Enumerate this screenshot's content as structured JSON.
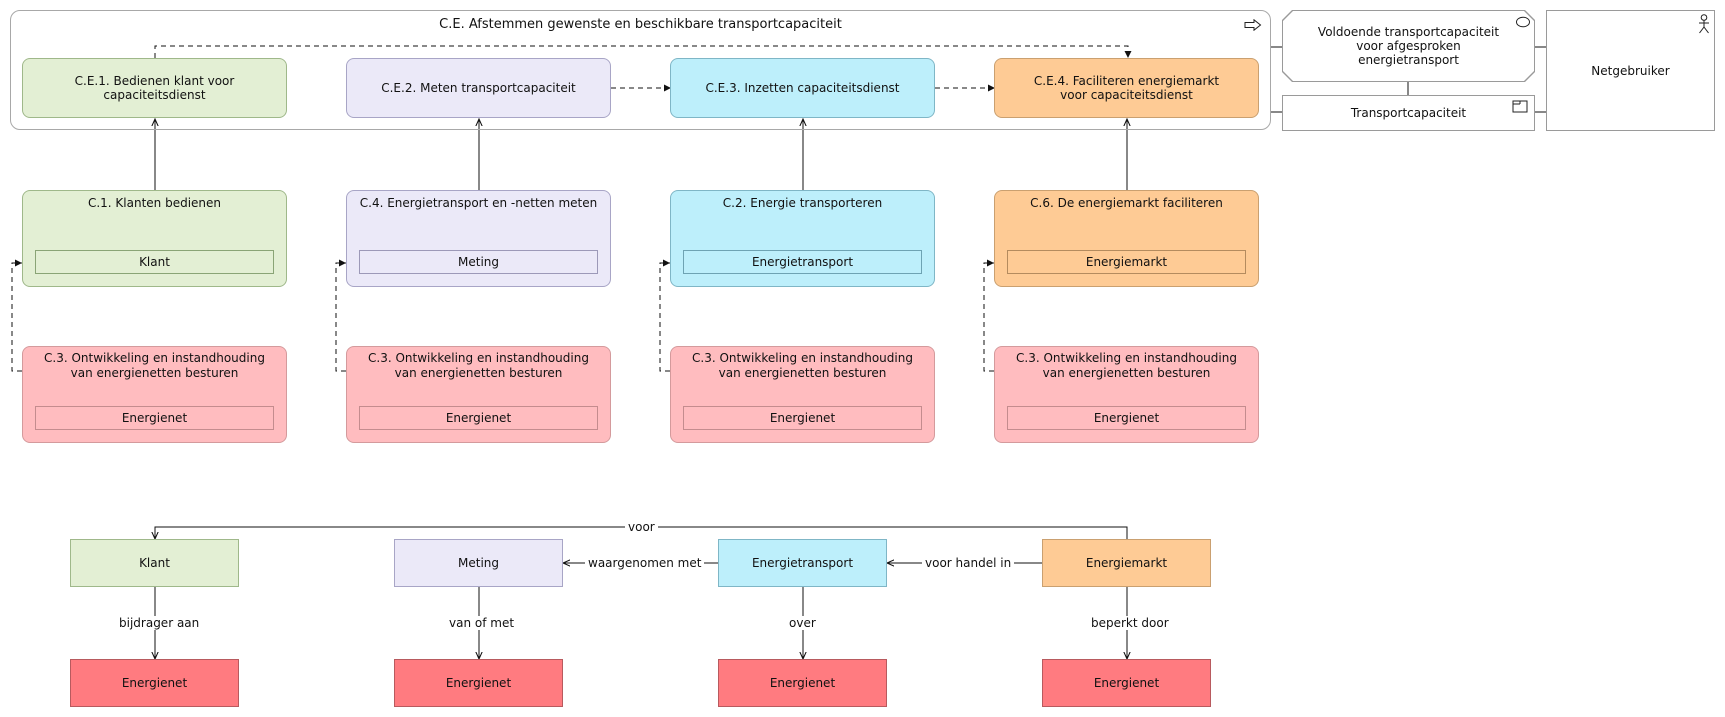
{
  "group": {
    "title": "C.E. Afstemmen gewenste en beschikbare transportcapaciteit"
  },
  "processes": {
    "ce1": "C.E.1. Bedienen klant voor capaciteitsdienst",
    "ce2": "C.E.2. Meten transportcapaciteit",
    "ce3": "C.E.3. Inzetten capaciteitsdienst",
    "ce4": "C.E.4. Faciliteren energiemarkt voor capaciteitsdienst"
  },
  "value": "Voldoende transportcapaciteit voor afgesproken energietransport",
  "product": "Transportcapaciteit",
  "actor": "Netgebruiker",
  "capabilities": [
    {
      "title": "C.1. Klanten bedienen",
      "object": "Klant"
    },
    {
      "title": "C.4. Energietransport en -netten meten",
      "object": "Meting"
    },
    {
      "title": "C.2. Energie transporteren",
      "object": "Energietransport"
    },
    {
      "title": "C.6. De energiemarkt faciliteren",
      "object": "Energiemarkt"
    }
  ],
  "support": {
    "title": "C.3. Ontwikkeling en instandhouding van energienetten besturen",
    "object": "Energienet"
  },
  "objects": {
    "klant": "Klant",
    "meting": "Meting",
    "energietransport": "Energietransport",
    "energiemarkt": "Energiemarkt",
    "energienet": "Energienet"
  },
  "relations": {
    "voor": "voor",
    "waargenomen_met": "waargenomen met",
    "voor_handel_in": "voor handel in",
    "bijdrager_aan": "bijdrager aan",
    "van_of_met": "van of met",
    "over": "over",
    "beperkt_door": "beperkt door"
  },
  "colors": {
    "green": "#e3efd4",
    "purple": "#ebe9f8",
    "cyan": "#bdeffb",
    "orange": "#fecb95",
    "pink": "#ffbcbf",
    "red": "#ff7b80"
  },
  "icons": {
    "group": "arrow-right-icon",
    "value": "ellipse-icon",
    "product": "window-icon",
    "actor": "stick-figure-icon"
  }
}
